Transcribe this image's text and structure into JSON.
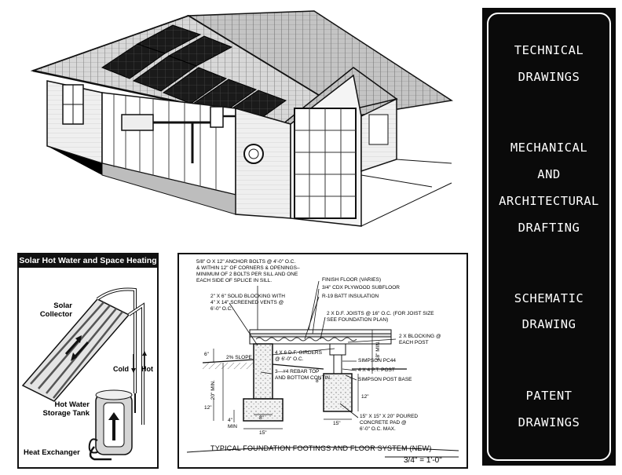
{
  "panel": {
    "lines": [
      "TECHNICAL",
      "DRAWINGS",
      "MECHANICAL",
      "AND",
      "ARCHITECTURAL",
      "DRAFTING",
      "SCHEMATIC",
      "DRAWING",
      "PATENT",
      "DRAWINGS"
    ]
  },
  "solar": {
    "title": "Solar Hot Water and Space Heating System",
    "collector_1": "Solar",
    "collector_2": "Collector",
    "cold": "Cold",
    "hot": "Hot",
    "tank_1": "Hot Water",
    "tank_2": "Storage Tank",
    "exchanger": "Heat Exchanger"
  },
  "foundation": {
    "note_anchor_1": "5/8\" O X 12\" ANCHOR BOLTS @ 4'-0\" O.C.",
    "note_anchor_2": "& WITHIN 12\" OF CORNERS & OPENINGS–",
    "note_anchor_3": "MINIMUM OF 2 BOLTS PER SILL AND ONE",
    "note_anchor_4": "EACH SIDE OF SPLICE IN SILL.",
    "finish_floor": "FINISH FLOOR (VARIES)",
    "subfloor": "3/4\" CDX PLYWOOD SUBFLOOR",
    "insulation": "R-19 BATT INSULATION",
    "blocking_1": "2\" X 6\" SOLID BLOCKING WITH",
    "blocking_2": "4\" X 14\" SCREENED VENTS @",
    "blocking_3": "6'-0\" O.C.",
    "joists_1": "2 X    D.F. JOISTS @ 16\" O.C. (FOR JOIST SIZE",
    "joists_2": "SEE FOUNDATION PLAN)",
    "post_blocking_1": "2 X  BLOCKING @",
    "post_blocking_2": "EACH POST",
    "girders_1": "4 X 6 D.F. GIRDERS",
    "girders_2": "@ 6'-0\" O.C.",
    "rebar_1": "3—#4 REBAR TOP",
    "rebar_2": "AND BOTTOM CONTIN.",
    "pc44": "SIMPSON PC44",
    "post": "4 X 4 P.T. POST",
    "post_base": "SIMPSON POST BASE",
    "slope": "2% SLOPE",
    "pad_1": "15\" X 15\" X 20\" POURED",
    "pad_2": "CONCRETE PAD @",
    "pad_3": "6'-0\" O.C. MAX.",
    "dim_6": "6\"",
    "dim_12a": "12\"",
    "dim_20": "20\" MIN.",
    "dim_4": "4\"",
    "dim_min": "MIN",
    "dim_8": "8\"",
    "dim_15a": "15\"",
    "dim_8b": "8\"",
    "dim_18": "18\" MIN.",
    "dim_12b": "12\"",
    "dim_15b": "15\"",
    "title": "TYPICAL FOUNDATION FOOTINGS AND FLOOR SYSTEM (NEW)",
    "scale": "3/4\" = 1'-0\""
  }
}
